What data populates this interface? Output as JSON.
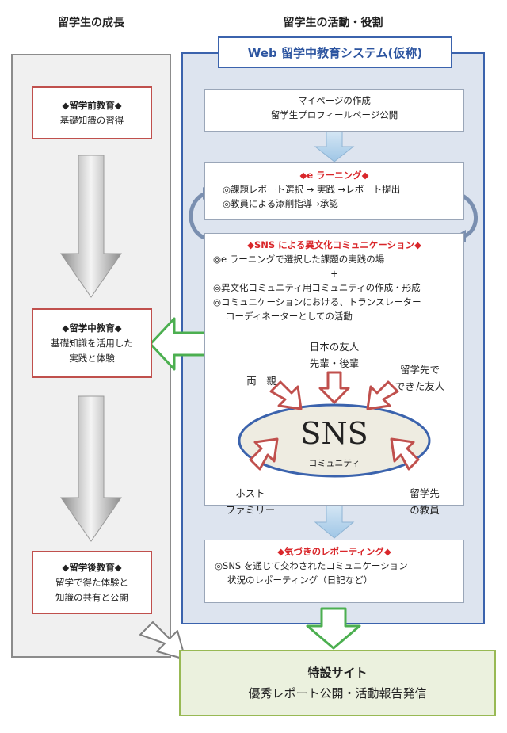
{
  "columns": {
    "left_title": "留学生の成長",
    "right_title": "留学生の活動・役割"
  },
  "system_title": "Web 留学中教育システム(仮称)",
  "stages": [
    {
      "heading": "◆留学前教育◆",
      "lines": [
        "基礎知識の習得"
      ]
    },
    {
      "heading": "◆留学中教育◆",
      "lines": [
        "基礎知識を活用した",
        "実践と体験"
      ]
    },
    {
      "heading": "◆留学後教育◆",
      "lines": [
        "留学で得た体験と",
        "知識の共有と公開"
      ]
    }
  ],
  "mypage": {
    "line1": "マイページの作成",
    "line2": "留学生プロフィールページ公開"
  },
  "elearning": {
    "heading": "◆e ラーニング◆",
    "line1": "◎課題レポート選択 → 実践 →レポート提出",
    "line2": "◎教員による添削指導→承認"
  },
  "sns_section": {
    "heading": "◆SNS による異文化コミュニケーション◆",
    "line1": "◎e ラーニングで選択した課題の実践の場",
    "plus": "+",
    "line2": "◎異文化コミュニティ用コミュニティの作成・形成",
    "line3": "◎コミュニケーションにおける、トランスレーター",
    "line4": "コーディネーターとしての活動",
    "center_title": "SNS",
    "center_sub": "コミュニティ",
    "actors": {
      "friends": [
        "日本の友人",
        "先輩・後輩"
      ],
      "parents": "両　親",
      "abroad_friends": [
        "留学先で",
        "できた友人"
      ],
      "host_family": [
        "ホスト",
        "ファミリー"
      ],
      "abroad_teachers": [
        "留学先",
        "の教員"
      ]
    }
  },
  "reporting": {
    "heading": "◆気づきのレポーティング◆",
    "line1": "◎SNS を通じて交わされたコミュニケーション",
    "line2": "状況のレポーティング（日記など）"
  },
  "final": {
    "title": "特設サイト",
    "subtitle": "優秀レポート公開・活動報告発信"
  },
  "colors": {
    "panel_border": "#3b63ad",
    "stage_border": "#c0504d",
    "accent_red": "#d9262a",
    "final_fill": "#ebf1de",
    "final_border": "#98b954"
  }
}
